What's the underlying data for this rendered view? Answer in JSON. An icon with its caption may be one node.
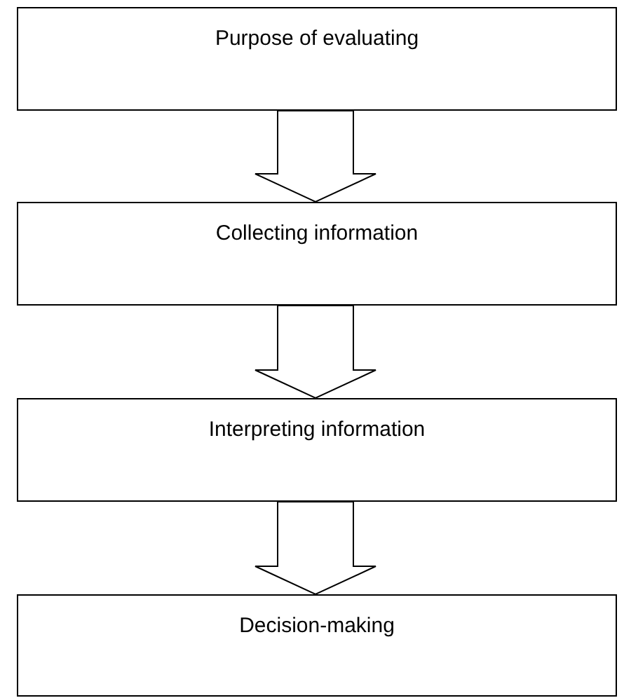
{
  "diagram": {
    "nodes": [
      {
        "text": [
          "Purpose of evaluating"
        ]
      },
      {
        "text": [
          "Collecting information"
        ]
      },
      {
        "text": [
          "Interpreting information"
        ]
      },
      {
        "text": [
          "Decision-making"
        ]
      }
    ],
    "edges": [
      {
        "from": 0,
        "to": 1,
        "arrow": "to"
      },
      {
        "from": 1,
        "to": 2,
        "arrow": "to"
      },
      {
        "from": 2,
        "to": 3,
        "arrow": "to"
      }
    ]
  }
}
